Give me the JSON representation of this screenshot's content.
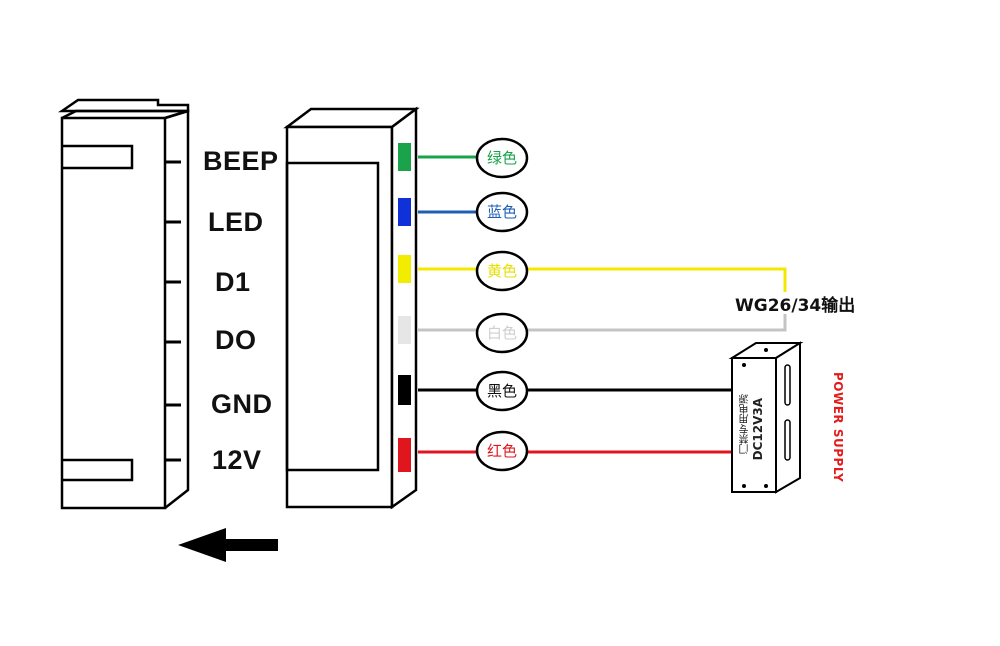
{
  "pins": [
    {
      "id": "beep",
      "label": "BEEP"
    },
    {
      "id": "led",
      "label": "LED"
    },
    {
      "id": "d1",
      "label": "D1"
    },
    {
      "id": "d0",
      "label": "DO"
    },
    {
      "id": "gnd",
      "label": "GND"
    },
    {
      "id": "12v",
      "label": "12V"
    }
  ],
  "wires": [
    {
      "id": "green",
      "label": "绿色",
      "color": "#1aa34a",
      "label_color": "#1aa34a"
    },
    {
      "id": "blue",
      "label": "蓝色",
      "color": "#1e5fb4",
      "label_color": "#1e5fb4"
    },
    {
      "id": "yellow",
      "label": "黄色",
      "color": "#f2e800",
      "label_color": "#e6e000"
    },
    {
      "id": "white",
      "label": "白色",
      "color": "#bdbdbd",
      "label_color": "#cfcfcf"
    },
    {
      "id": "black",
      "label": "黑色",
      "color": "#000000",
      "label_color": "#111111"
    },
    {
      "id": "red",
      "label": "红色",
      "color": "#e0161f",
      "label_color": "#e0161f"
    }
  ],
  "output_label": "WG26/34输出",
  "power_supply": {
    "model": "DC12V3A",
    "name": "门禁专用电源",
    "caption": "POWER SUPPLY"
  },
  "icons": [
    "left-arrow-icon"
  ]
}
